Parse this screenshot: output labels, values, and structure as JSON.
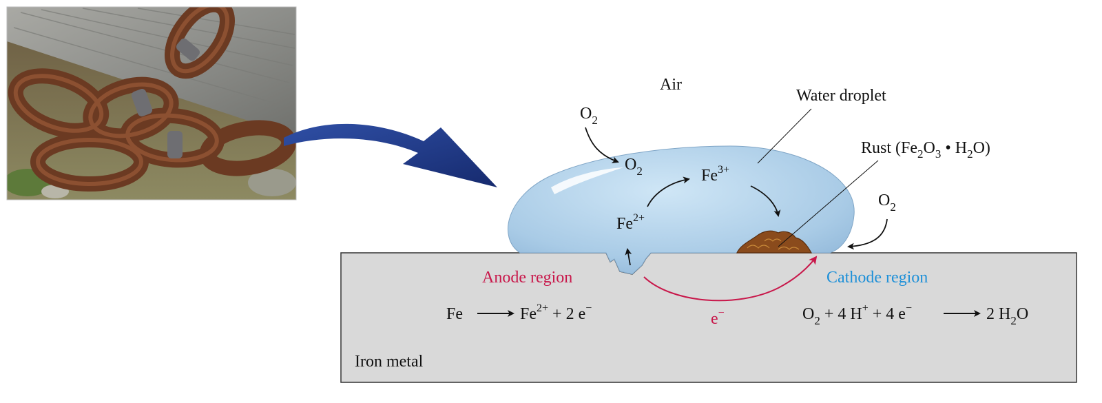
{
  "labels": {
    "air": "Air",
    "water_droplet": "Water droplet",
    "rust": {
      "prefix": "Rust (Fe",
      "sub1": "2",
      "mid1": "O",
      "sub2": "3",
      "mid2": " • H",
      "sub3": "2",
      "suffix": "O)"
    },
    "iron_metal": "Iron metal",
    "anode_region": "Anode region",
    "cathode_region": "Cathode region",
    "o2": {
      "base": "O",
      "sub": "2"
    },
    "fe2": {
      "base": "Fe",
      "sup": "2+"
    },
    "fe3": {
      "base": "Fe",
      "sup": "3+"
    },
    "electron": {
      "base": "e",
      "sup": "−"
    }
  },
  "equations": {
    "anode": {
      "reactant": "Fe",
      "product_base": "Fe",
      "product_sup": "2+",
      "plus_electrons": " + 2 e",
      "electron_sup": "−"
    },
    "cathode": {
      "o": "O",
      "o_sub": "2",
      "h_part": " + 4 H",
      "h_sup": "+",
      "e_part": " + 4 e",
      "e_sup": "−",
      "product_pre": "2 H",
      "product_sub": "2",
      "product_post": "O"
    }
  },
  "colors": {
    "anode": "#c8174a",
    "cathode": "#1e90d8",
    "metal": "#d9d9d9",
    "droplet": "#b3d4ec",
    "rust": "#8a4b1c",
    "arrow_blue": "#2c4a9e"
  },
  "photo": {
    "subject": "rusty-chain-photo"
  }
}
